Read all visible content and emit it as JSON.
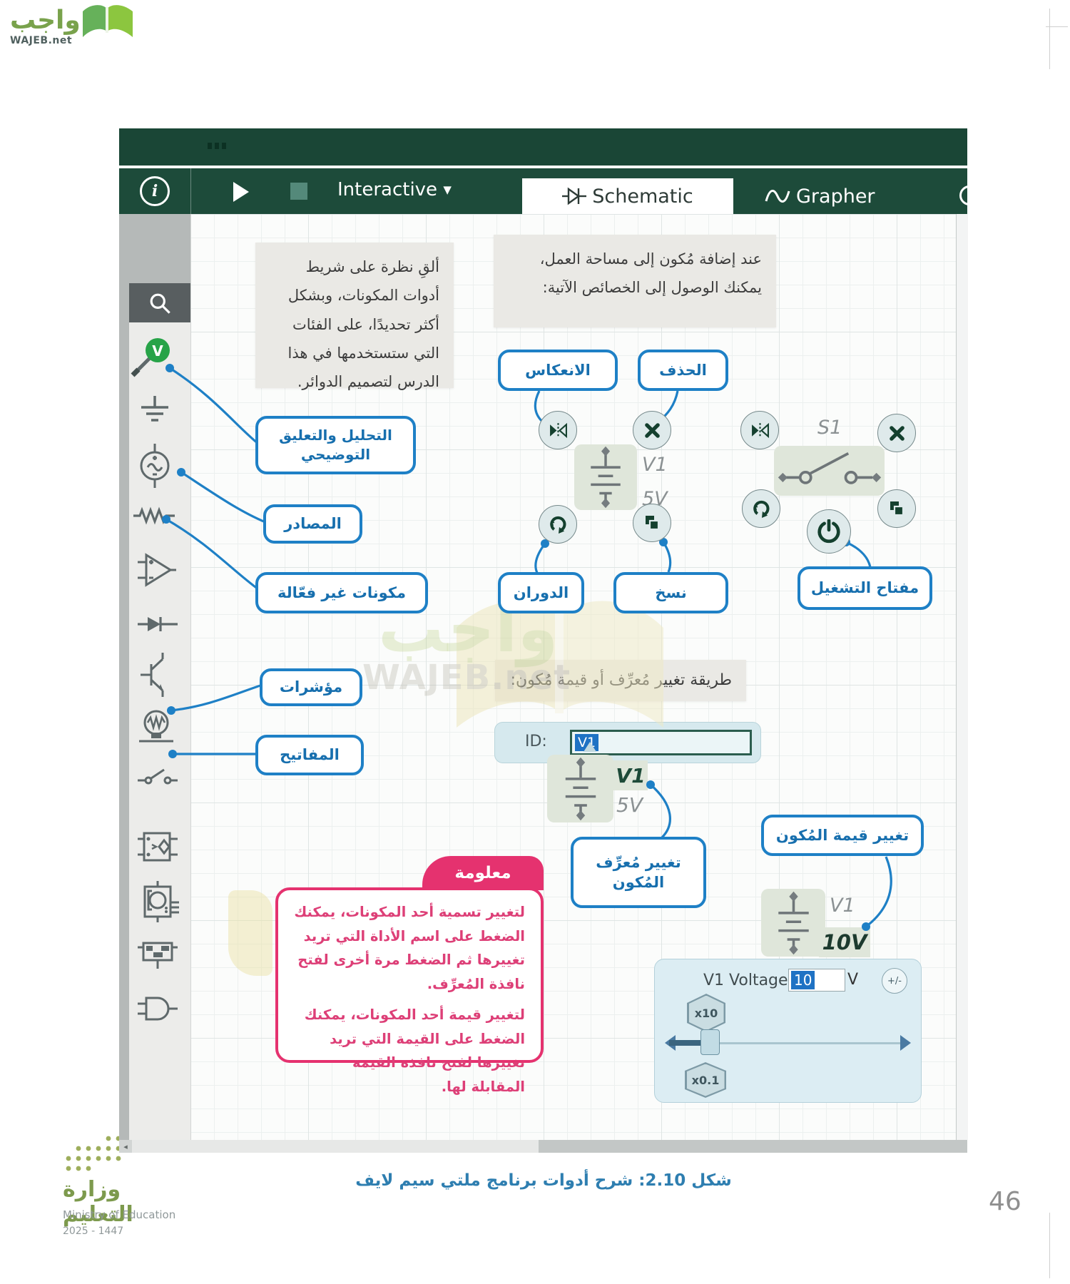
{
  "brand": {
    "arabic": "واجب",
    "domain": "WAJEB.net"
  },
  "watermark": {
    "arabic": "واجب",
    "domain": "WAJEB.net"
  },
  "header": {
    "interactive": "Interactive",
    "schematic": "Schematic",
    "grapher": "Grapher"
  },
  "sidebar": {
    "icons": [
      "search",
      "voltage-probe",
      "ground",
      "ac-source",
      "resistor",
      "op-amp",
      "diode",
      "transistor",
      "lamp",
      "switch",
      "dependent-source",
      "ic-component",
      "relay",
      "logic-gate"
    ]
  },
  "notes": {
    "left": "ألقِ نظرة على شريط أدوات المكونات، وبشكل أكثر تحديدًا، على الفئات التي ستستخدمها في هذا الدرس لتصميم الدوائر.",
    "right": "عند إضافة مُكون إلى مساحة العمل، يمكنك الوصول إلى الخصائص الآتية:",
    "method": "طريقة تغيير مُعرِّف أو قيمة مُكون:"
  },
  "callouts": {
    "flip": "الانعكاس",
    "del": "الحذف",
    "analysis": "التحليل والتعليق التوضيحي",
    "sources": "المصادر",
    "passive": "مكونات غير فعّالة",
    "rotate": "الدوران",
    "copy": "نسخ",
    "power": "مفتاح التشغيل",
    "indicators": "مؤشرات",
    "switches": "المفاتيح",
    "change_id": "تغيير مُعرِّف المُكون",
    "change_value": "تغيير قيمة المُكون"
  },
  "schematic": {
    "battery1_id": "V1",
    "battery1_value": "5V",
    "switch_id": "S1",
    "battery2_id": "V1",
    "battery2_value": "5V",
    "battery3_id": "V1",
    "battery3_value": "10V"
  },
  "id_panel": {
    "label": "ID:",
    "value": "V1"
  },
  "voltage_panel": {
    "title": "V1 Voltage:",
    "value": "10",
    "unit": "V",
    "plus_minus": "+/-",
    "mult_up": "x10",
    "mult_down": "x0.1"
  },
  "info": {
    "title": "معلومة",
    "p1": "لتغيير تسمية أحد المكونات، يمكنك الضغط على اسم الأداة التي تريد تغييرها ثم الضغط مرة أخرى لفتح نافذة المُعرِّف.",
    "p2": "لتغيير قيمة أحد المكونات، يمكنك الضغط على القيمة التي تريد تغييرها لفتح نافذة القيمة المقابلة لها."
  },
  "caption": "شكل 2.10: شرح أدوات برنامج ملتي سيم لايف",
  "footer": {
    "ministry_ar": "وزارة التعليم",
    "ministry_en": "Ministry of Education",
    "years": "2025 - 1447",
    "page": "46"
  },
  "colors": {
    "header_green": "#1d4b3a",
    "accent_blue": "#1e80c6",
    "info_pink": "#e5326f",
    "selection_blue": "#1f72c4",
    "component_fill": "#dfe6da",
    "probe_green": "#27a348"
  }
}
